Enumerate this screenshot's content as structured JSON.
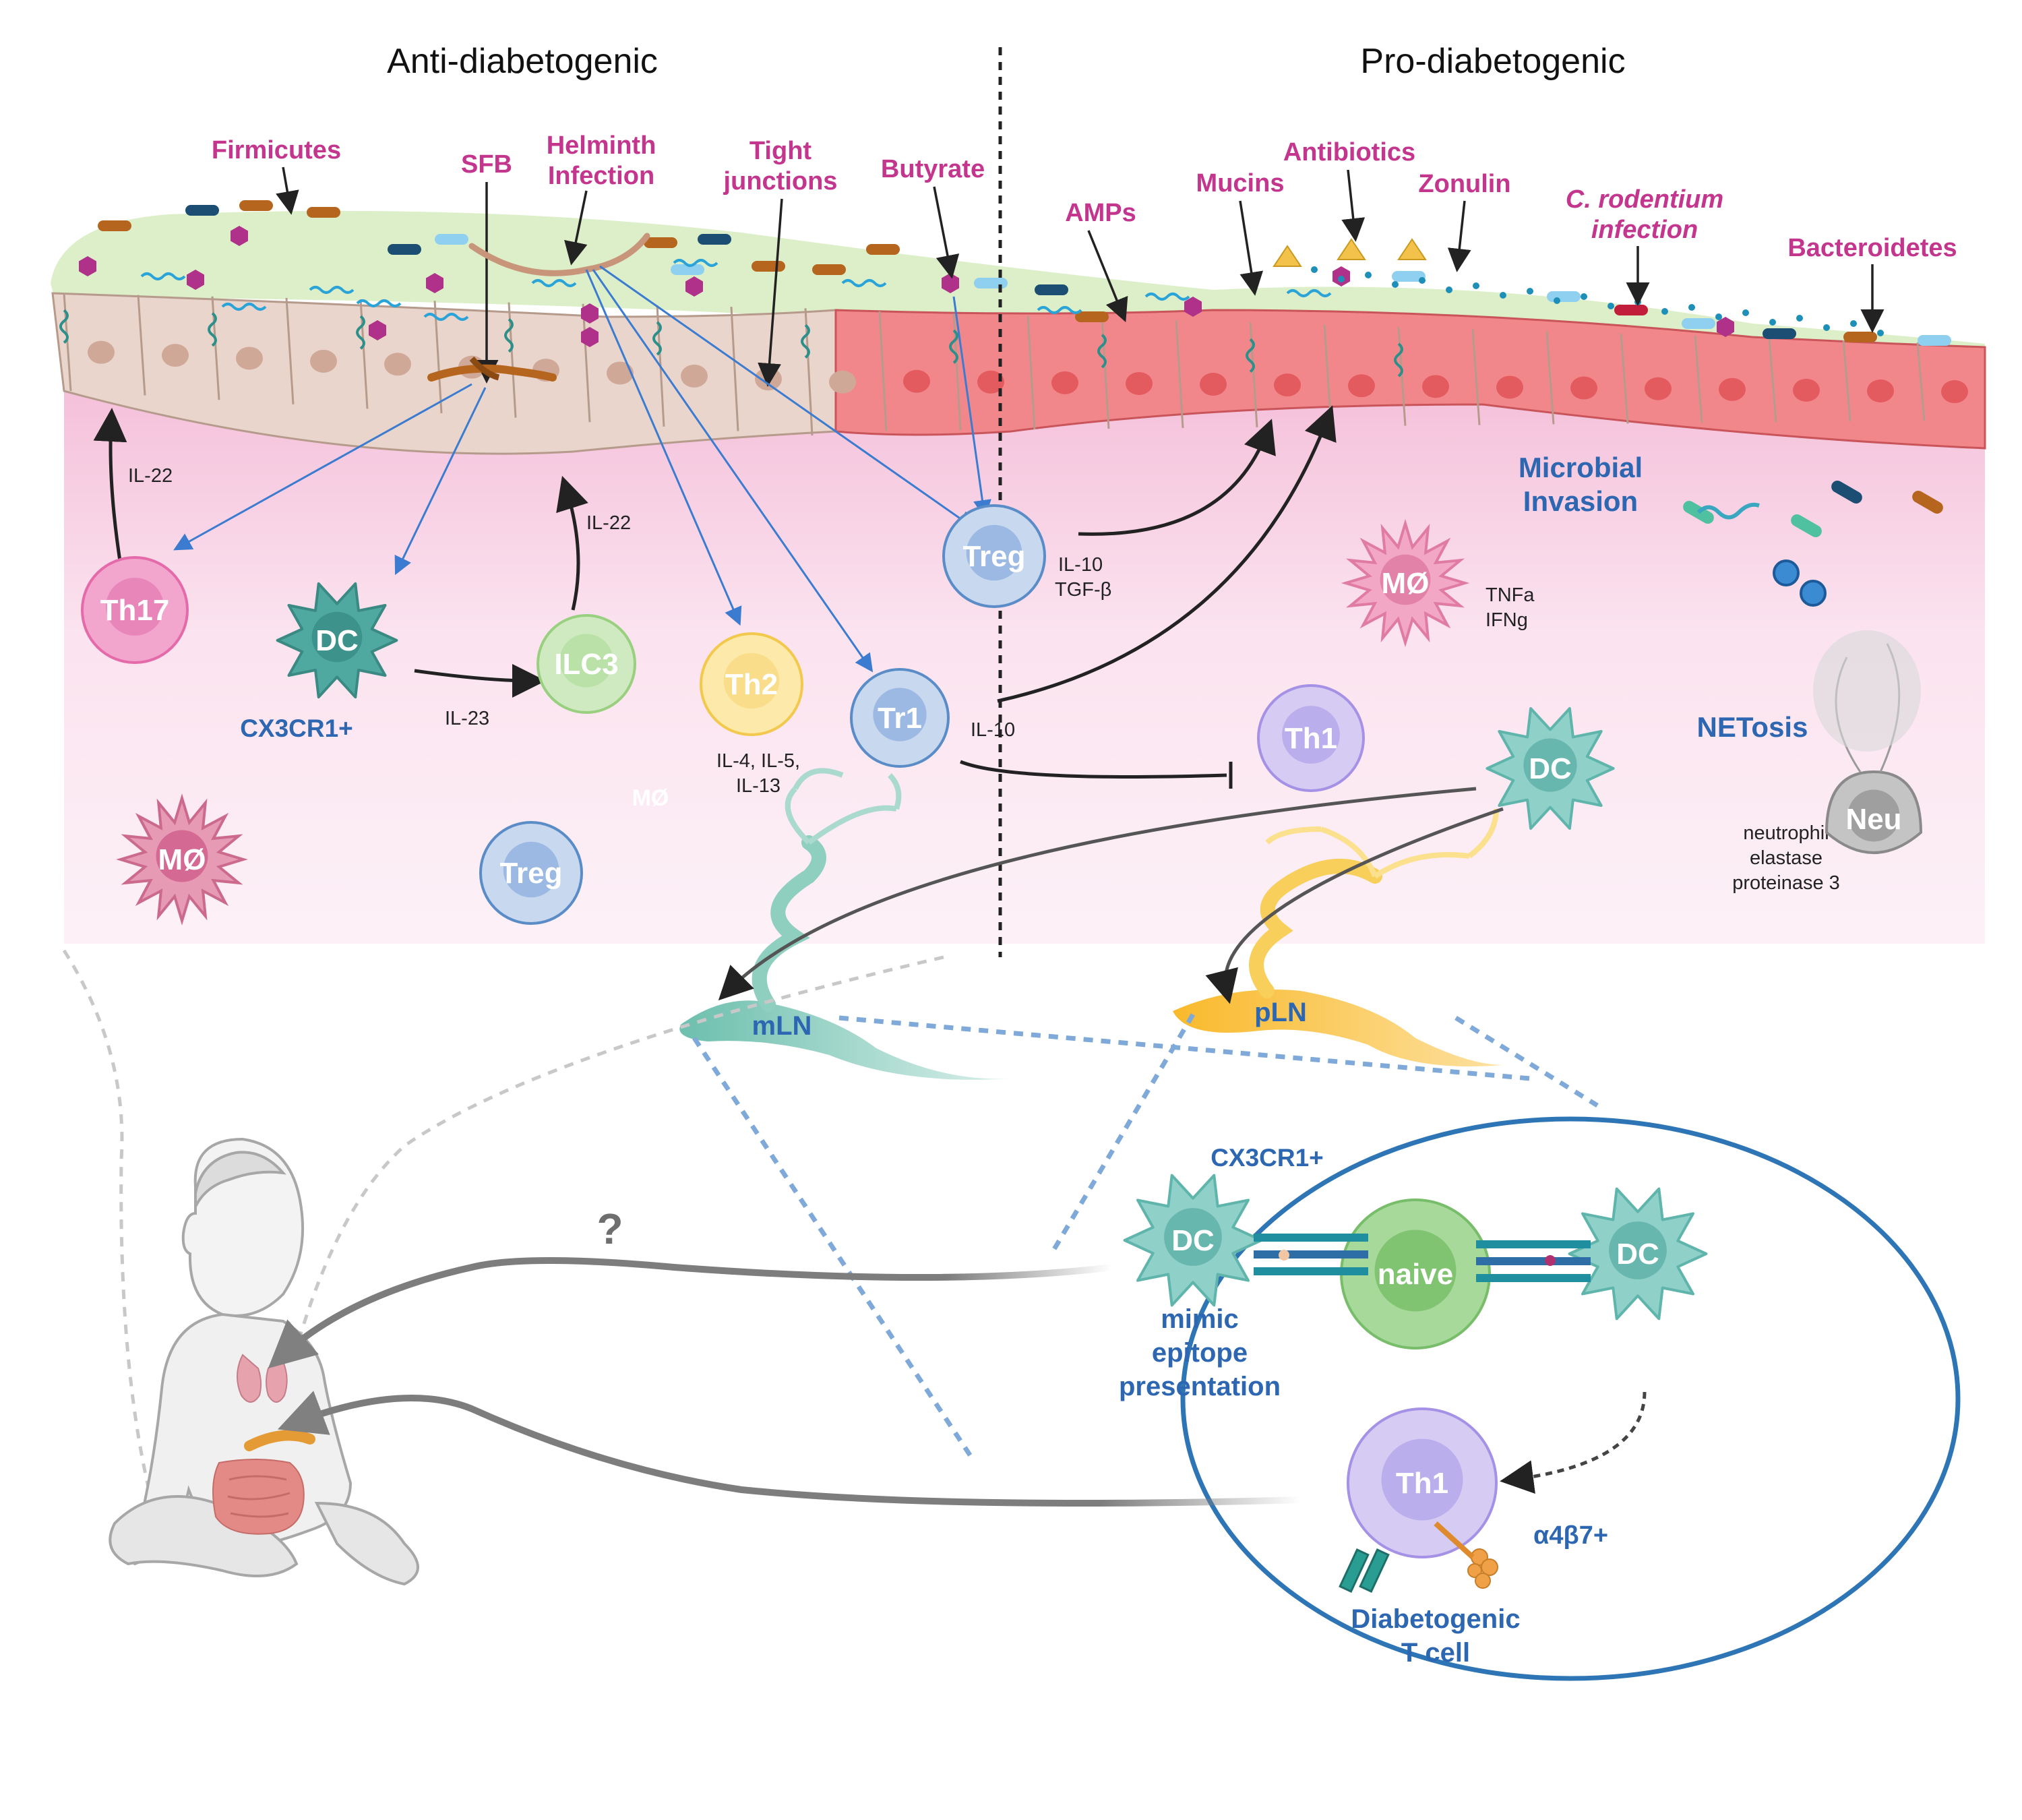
{
  "headers": {
    "anti": "Anti-diabetogenic",
    "pro": "Pro-diabetogenic"
  },
  "factors": {
    "firmicutes": "Firmicutes",
    "sfb": "SFB",
    "helminth": [
      "Helminth",
      "Infection"
    ],
    "tight": [
      "Tight",
      "junctions"
    ],
    "butyrate": "Butyrate",
    "amps": "AMPs",
    "mucins": "Mucins",
    "antibiotics": "Antibiotics",
    "zonulin": "Zonulin",
    "crodentium": [
      "C. rodentium",
      "infection"
    ],
    "bacteroidetes": "Bacteroidetes"
  },
  "cytokines": {
    "il22_th17": "IL-22",
    "il22_ilc3": "IL-22",
    "il23": "IL-23",
    "th2": [
      "IL-4, IL-5,",
      "IL-13"
    ],
    "treg": [
      "IL-10",
      "TGF-β"
    ],
    "tr1": "IL-10",
    "mac": [
      "TNFa",
      "IFNg"
    ],
    "neu": [
      "neutrophil",
      "elastase",
      "proteinase 3"
    ]
  },
  "cells": {
    "th17": "Th17",
    "dc1": "DC",
    "ilc3": "ILC3",
    "th2": "Th2",
    "tr1": "Tr1",
    "treg_top": "Treg",
    "treg_bottom": "Treg",
    "mac_left": "MØ",
    "mac_faint": "MØ",
    "mac_right": "MØ",
    "th1_right": "Th1",
    "dc_right": "DC",
    "neu": "Neu",
    "dc_circle_left": "DC",
    "naive": "naive",
    "dc_circle_right": "DC",
    "th1_circle": "Th1"
  },
  "labels": {
    "cx3cr1_top": "CX3CR1+",
    "microbial": [
      "Microbial",
      "Invasion"
    ],
    "netosis": "NETosis",
    "mln": "mLN",
    "pln": "pLN",
    "cx3cr1_circle": "CX3CR1+",
    "mimic": [
      "mimic",
      "epitope",
      "presentation"
    ],
    "a4b7": "α4β7+",
    "diabetogenic": [
      "Diabetogenic",
      "T cell"
    ],
    "question": "?"
  },
  "colors": {
    "magenta_label": "#c4358e",
    "blue_label": "#2e67b1",
    "healthy_epithelium": "#e9d5cb",
    "inflamed_epithelium": "#f2878b",
    "lamina_propria": "#f7d3e5",
    "mucus": "#dcefc9",
    "mln_node": "#7fc7b9",
    "pln_node": "#f6c64b"
  }
}
